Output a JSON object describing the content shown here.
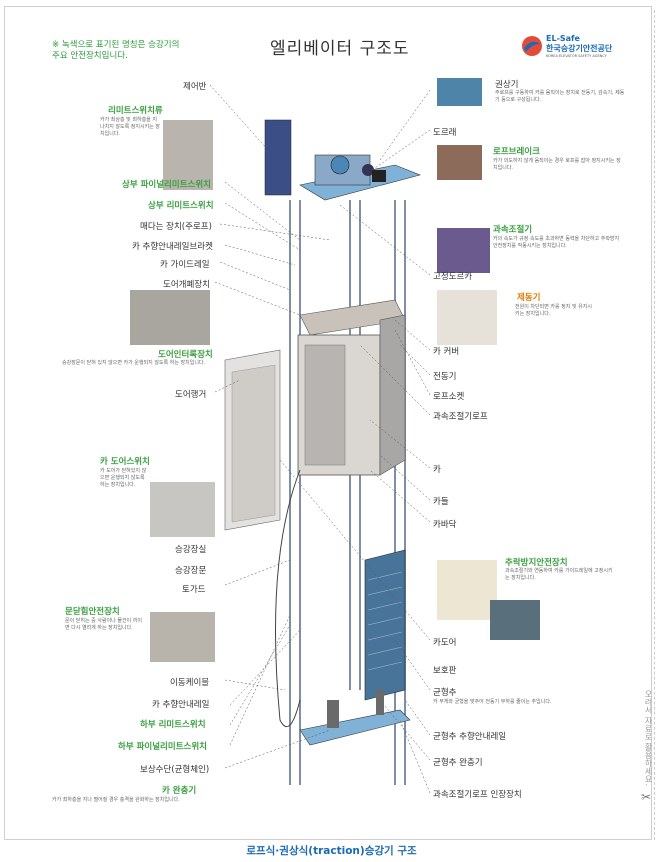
{
  "header": {
    "note": "※ 녹색으로 표기된 명칭은 승강기의 주요 안전장치입니다.",
    "title": "엘리베이터 구조도",
    "logo_line1": "EL-Safe",
    "logo_line2": "한국승강기안전공단",
    "logo_line3": "KOREA ELEVATOR SAFETY AGENCY"
  },
  "left_labels": {
    "control_panel": "제어반",
    "limit_switch": "리미트스위치류",
    "upper_final_limit": "상부 파이널리미트스위치",
    "upper_limit": "상부 리미트스위치",
    "support_device": "매다는 장치(주로프)",
    "car_comp_bracket": "카 추향안내레일브라켓",
    "car_guide_rail": "카 가이드레일",
    "door_closer": "도어개폐장치",
    "door_interlock": "도어인터록장치",
    "door_hanger": "도어행거",
    "car_door_switch": "카 도어스위치",
    "hoistway_sill": "승강장실",
    "landing_door": "승강장문",
    "toe_guard": "토가드",
    "door_safety": "문닫힘안전장치",
    "travel_cable": "이동케이블",
    "car_guide_rail_lower": "카 추향안내레일",
    "lower_limit": "하부 리미트스위치",
    "lower_final_limit": "하부 파이널리미트스위치",
    "compensation": "보상수단(균형체인)",
    "car_buffer": "카 완충기"
  },
  "right_labels": {
    "traction_machine": "권상기",
    "deflector_sheave": "도르래",
    "rope_brake": "로프브레이크",
    "governor": "과속조절기",
    "hoistway_pulley": "고정도르카",
    "brake": "제동기",
    "car_frame": "카 커버",
    "car_ceiling": "전동기",
    "rope_socket": "로프소켓",
    "governor_rope": "과속조절기로프",
    "car": "카",
    "car_wall": "카들",
    "car_floor": "카바닥",
    "safety_gear": "추락방지안전장치",
    "car_door": "카도어",
    "car_door2": "보호판",
    "counterweight": "균형추",
    "cw_guide_rail": "균형추 추향안내레일",
    "cw_buffer": "균형추 완충기",
    "governor_tension": "과속조절기로프 인장장치"
  },
  "descriptions": {
    "limit_switch": "카가 최상층 및 최하층을 지나치지 않도록 정지시키는 장치입니다.",
    "door_interlock": "승강장문이 닫혀 있지 않으면 카가 운행되지 않도록 하는 장치입니다.",
    "car_door_switch": "카 도어가 닫혀있지 않으면 운행되지 않도록 하는 장치입니다.",
    "door_safety": "문이 닫히는 중 사람이나 물건이 끼이면 다시 열리게 하는 장치입니다.",
    "car_buffer": "카가 최하층을 지나 떨어질 경우 충격을 완화하는 장치입니다.",
    "traction_machine": "주로프를 구동하여 카를 움직이는 장치로 전동기, 감속기, 제동기 등으로 구성됩니다.",
    "rope_brake": "카가 의도하지 않게 움직이는 경우 로프를 잡아 정지시키는 장치입니다.",
    "governor": "카의 속도가 규정 속도를 초과하면 동력을 차단하고 추락방지안전장치를 작동시키는 장치입니다.",
    "brake": "전원이 차단되면 카를 정지 및 유지시키는 장치입니다.",
    "safety_gear": "과속조절기와 연동하여 카를 가이드레일에 고정시키는 장치입니다.",
    "counterweight": "카 무게와 균형을 맞추어 전동기 부하를 줄이는 추입니다."
  },
  "caption": "로프식·권상식(traction)승강기 구조",
  "sidenote": "오려서 자료로 활용하세요.",
  "colors": {
    "green": "#3aa040",
    "orange": "#e07b00",
    "blue": "#1a6ab4"
  }
}
